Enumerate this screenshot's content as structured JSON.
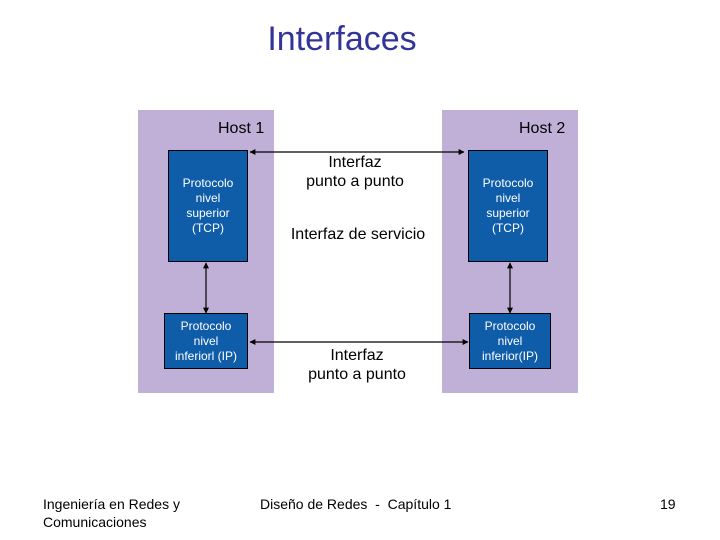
{
  "title": "Interfaces",
  "host1": {
    "label": "Host 1",
    "upper": [
      "Protocolo",
      "nivel",
      "superior",
      "(TCP)"
    ],
    "lower": [
      "Protocolo",
      "nivel",
      "inferiorl (IP)"
    ]
  },
  "host2": {
    "label": "Host 2",
    "upper": [
      "Protocolo",
      "nivel",
      "superior",
      "(TCP)"
    ],
    "lower": [
      "Protocolo",
      "nivel",
      "inferior(IP)"
    ]
  },
  "center": {
    "top_line1": "Interfaz",
    "top_line2": "punto a punto",
    "service": "Interfaz de servicio",
    "bottom_line1": "Interfaz",
    "bottom_line2": "punto a punto"
  },
  "footer": {
    "left_line1": "Ingeniería en Redes y",
    "left_line2": "Comunicaciones",
    "center": "Diseño de Redes  -  Capítulo 1",
    "page": "19"
  },
  "colors": {
    "title": "#333399",
    "panel": "#c0b0d8",
    "box": "#0f5da8"
  }
}
